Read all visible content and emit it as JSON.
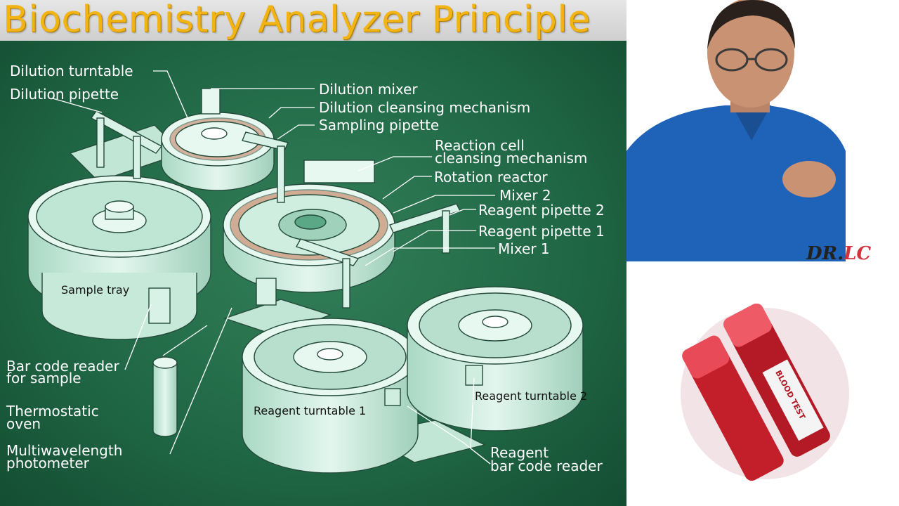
{
  "title": "Biochemistry Analyzer Principle",
  "labels": {
    "dilution_turntable": "Dilution turntable",
    "dilution_pipette": "Dilution pipette",
    "dilution_mixer": "Dilution mixer",
    "dilution_cleansing": "Dilution cleansing mechanism",
    "sampling_pipette": "Sampling pipette",
    "reaction_cell_1": "Reaction cell",
    "reaction_cell_2": "cleansing mechanism",
    "rotation_reactor": "Rotation reactor",
    "mixer_2": "Mixer 2",
    "reagent_pipette_2": "Reagent pipette 2",
    "reagent_pipette_1": "Reagent pipette 1",
    "mixer_1": "Mixer 1",
    "sample_tray": "Sample tray",
    "bar_code_sample_1": "Bar code reader",
    "bar_code_sample_2": "for sample",
    "thermostatic_1": "Thermostatic",
    "thermostatic_2": "oven",
    "photometer_1": "Multiwavelength",
    "photometer_2": "photometer",
    "reagent_turntable_1": "Reagent turntable 1",
    "reagent_turntable_2": "Reagent turntable 2",
    "reagent_bar_1": "Reagent",
    "reagent_bar_2": "bar code reader"
  },
  "logo": {
    "prefix": "DR.",
    "accent": "LC"
  },
  "tube_label": "BLOOD TEST",
  "colors": {
    "title": "#f2b412",
    "board": "#1f6644",
    "machine": "#cfeee0",
    "logo_accent": "#d3333f"
  }
}
